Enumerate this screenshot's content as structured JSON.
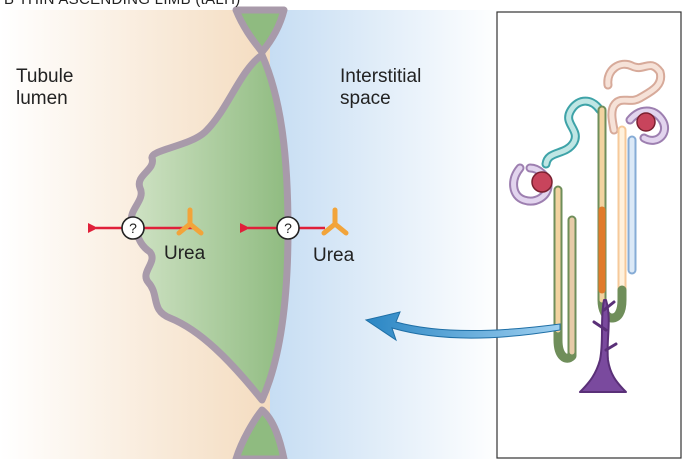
{
  "header": "B   THIN ASCENDING LIMB (tALH)",
  "labels": {
    "lumen_line1": "Tubule",
    "lumen_line2": "lumen",
    "interstitial_line1": "Interstitial",
    "interstitial_line2": "space",
    "urea_apical": "Urea",
    "urea_basolateral": "Urea",
    "transporter_apical": "?",
    "transporter_basolateral": "?"
  },
  "colors": {
    "lumen_bg": "#f4dcc0",
    "interstitial_bg": "#c6ddf3",
    "cell_fill": "#9cc28e",
    "membrane": "#a89aaa",
    "urea_symbol": "#f2a43a",
    "flux_arrow": "#e0203a",
    "pointer_arrow": "#3a95d0"
  },
  "icons": {
    "urea_symbol": "urea-molecule-icon",
    "transporter": "unknown-transporter-icon",
    "inset": "nephron-illustration"
  }
}
